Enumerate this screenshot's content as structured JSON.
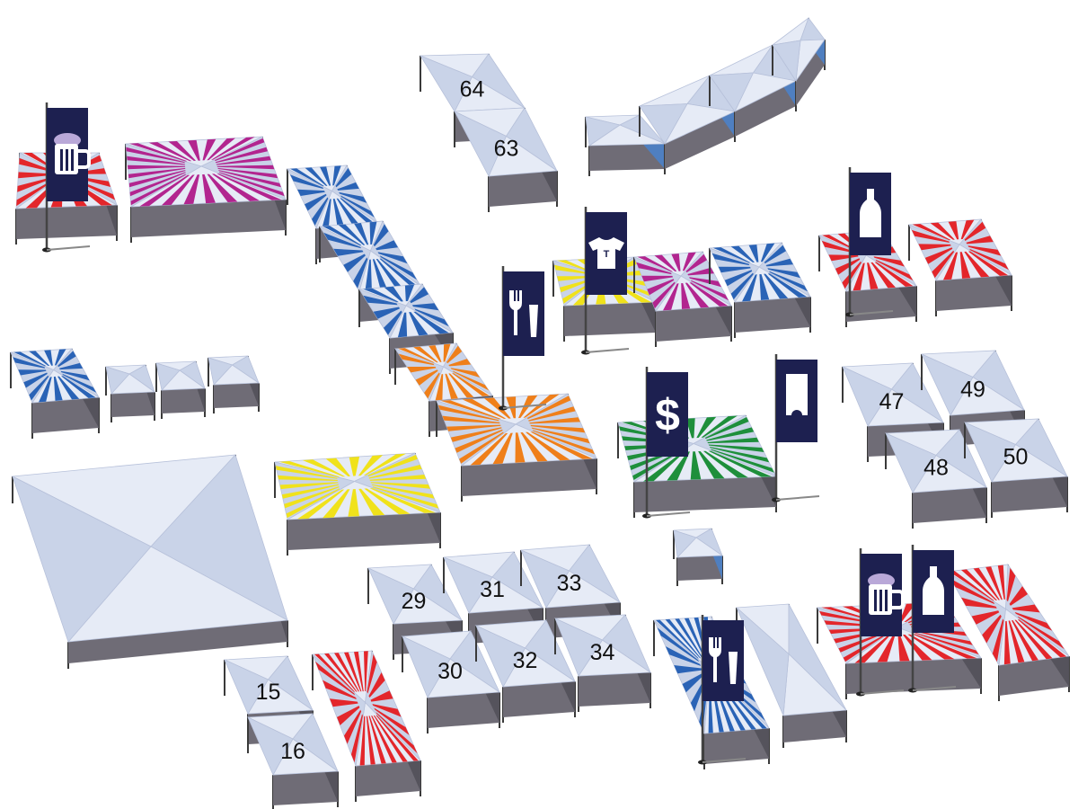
{
  "colors": {
    "canopy": "#e6ebf6",
    "canopy_shade": "#c9d3e8",
    "wall": "#6f6c76",
    "wall_dark": "#55535c",
    "wall_blue": "#4f7fc0",
    "leg": "#3a3a3a",
    "banner": "#1d2050",
    "banner_icon": "#ffffff",
    "beer_foam": "#b9a8d8",
    "stripe_red": "#e3262b",
    "stripe_magenta": "#b2258f",
    "stripe_blue": "#2a63b6",
    "stripe_orange": "#ef7f1a",
    "stripe_yellow": "#f0e21b",
    "stripe_green": "#1e8f3b"
  },
  "numbered_stalls": [
    {
      "id": "stall-64",
      "label": "64"
    },
    {
      "id": "stall-63",
      "label": "63"
    },
    {
      "id": "stall-47",
      "label": "47"
    },
    {
      "id": "stall-49",
      "label": "49"
    },
    {
      "id": "stall-48",
      "label": "48"
    },
    {
      "id": "stall-50",
      "label": "50"
    },
    {
      "id": "stall-29",
      "label": "29"
    },
    {
      "id": "stall-31",
      "label": "31"
    },
    {
      "id": "stall-33",
      "label": "33"
    },
    {
      "id": "stall-30",
      "label": "30"
    },
    {
      "id": "stall-32",
      "label": "32"
    },
    {
      "id": "stall-34",
      "label": "34"
    },
    {
      "id": "stall-15",
      "label": "15"
    },
    {
      "id": "stall-16",
      "label": "16"
    }
  ],
  "banners": [
    {
      "id": "banner-beer-nw",
      "icon": "beer-mug-icon"
    },
    {
      "id": "banner-tshirt",
      "icon": "t-shirt-icon"
    },
    {
      "id": "banner-food-center",
      "icon": "fork-and-drink-icon"
    },
    {
      "id": "banner-bottle-ne",
      "icon": "bottle-icon"
    },
    {
      "id": "banner-dollar",
      "icon": "dollar-sign-icon"
    },
    {
      "id": "banner-ticket",
      "icon": "ticket-icon"
    },
    {
      "id": "banner-beer-se",
      "icon": "beer-mug-icon"
    },
    {
      "id": "banner-bottle-se",
      "icon": "bottle-icon"
    },
    {
      "id": "banner-food-south",
      "icon": "fork-and-drink-icon"
    }
  ],
  "banner_t_shirt_letter": "T",
  "banner_dollar_glyph": "$"
}
